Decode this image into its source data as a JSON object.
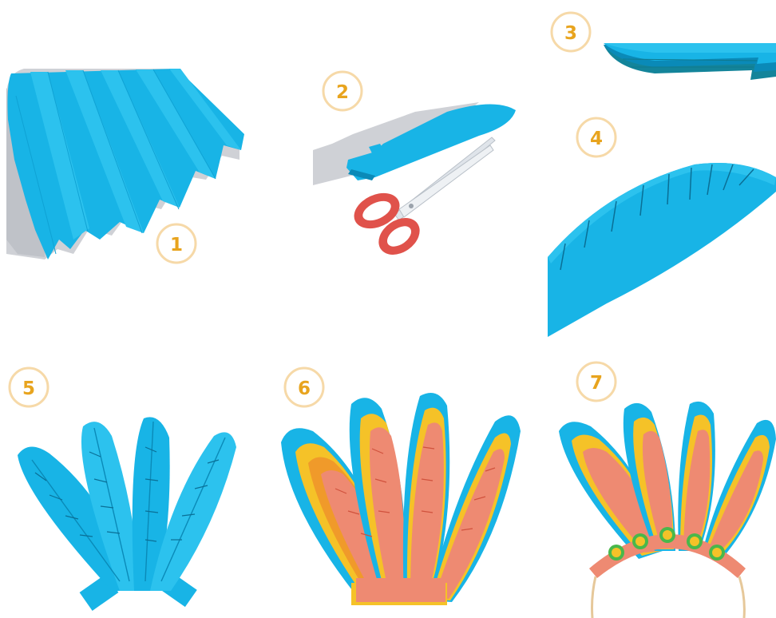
{
  "steps": [
    {
      "number": "1"
    },
    {
      "number": "2"
    },
    {
      "number": "3"
    },
    {
      "number": "4"
    },
    {
      "number": "5"
    },
    {
      "number": "6"
    },
    {
      "number": "7"
    }
  ],
  "colors": {
    "paper_blue": "#18b4e6",
    "paper_blue_light": "#2cc2ee",
    "paper_blue_dark": "#0a8ab8",
    "paper_teal_edge": "#13849a",
    "shadow_gray": "#cfd1d6",
    "badge_fill": "#ffffff",
    "badge_ring": "#f6d9a8",
    "badge_text": "#e8a41e",
    "scissors_handle": "#e0524b",
    "scissors_blade": "#dfe4ea",
    "feather_salmon": "#ee8a72",
    "feather_yellow": "#f5c228",
    "feather_orange": "#f09a2a",
    "headband": "#ee8a72",
    "headband_wire": "#e6c89a",
    "gem_green": "#49b84a",
    "gem_yellow": "#f5c228"
  },
  "icons": [
    "scissors-icon"
  ]
}
